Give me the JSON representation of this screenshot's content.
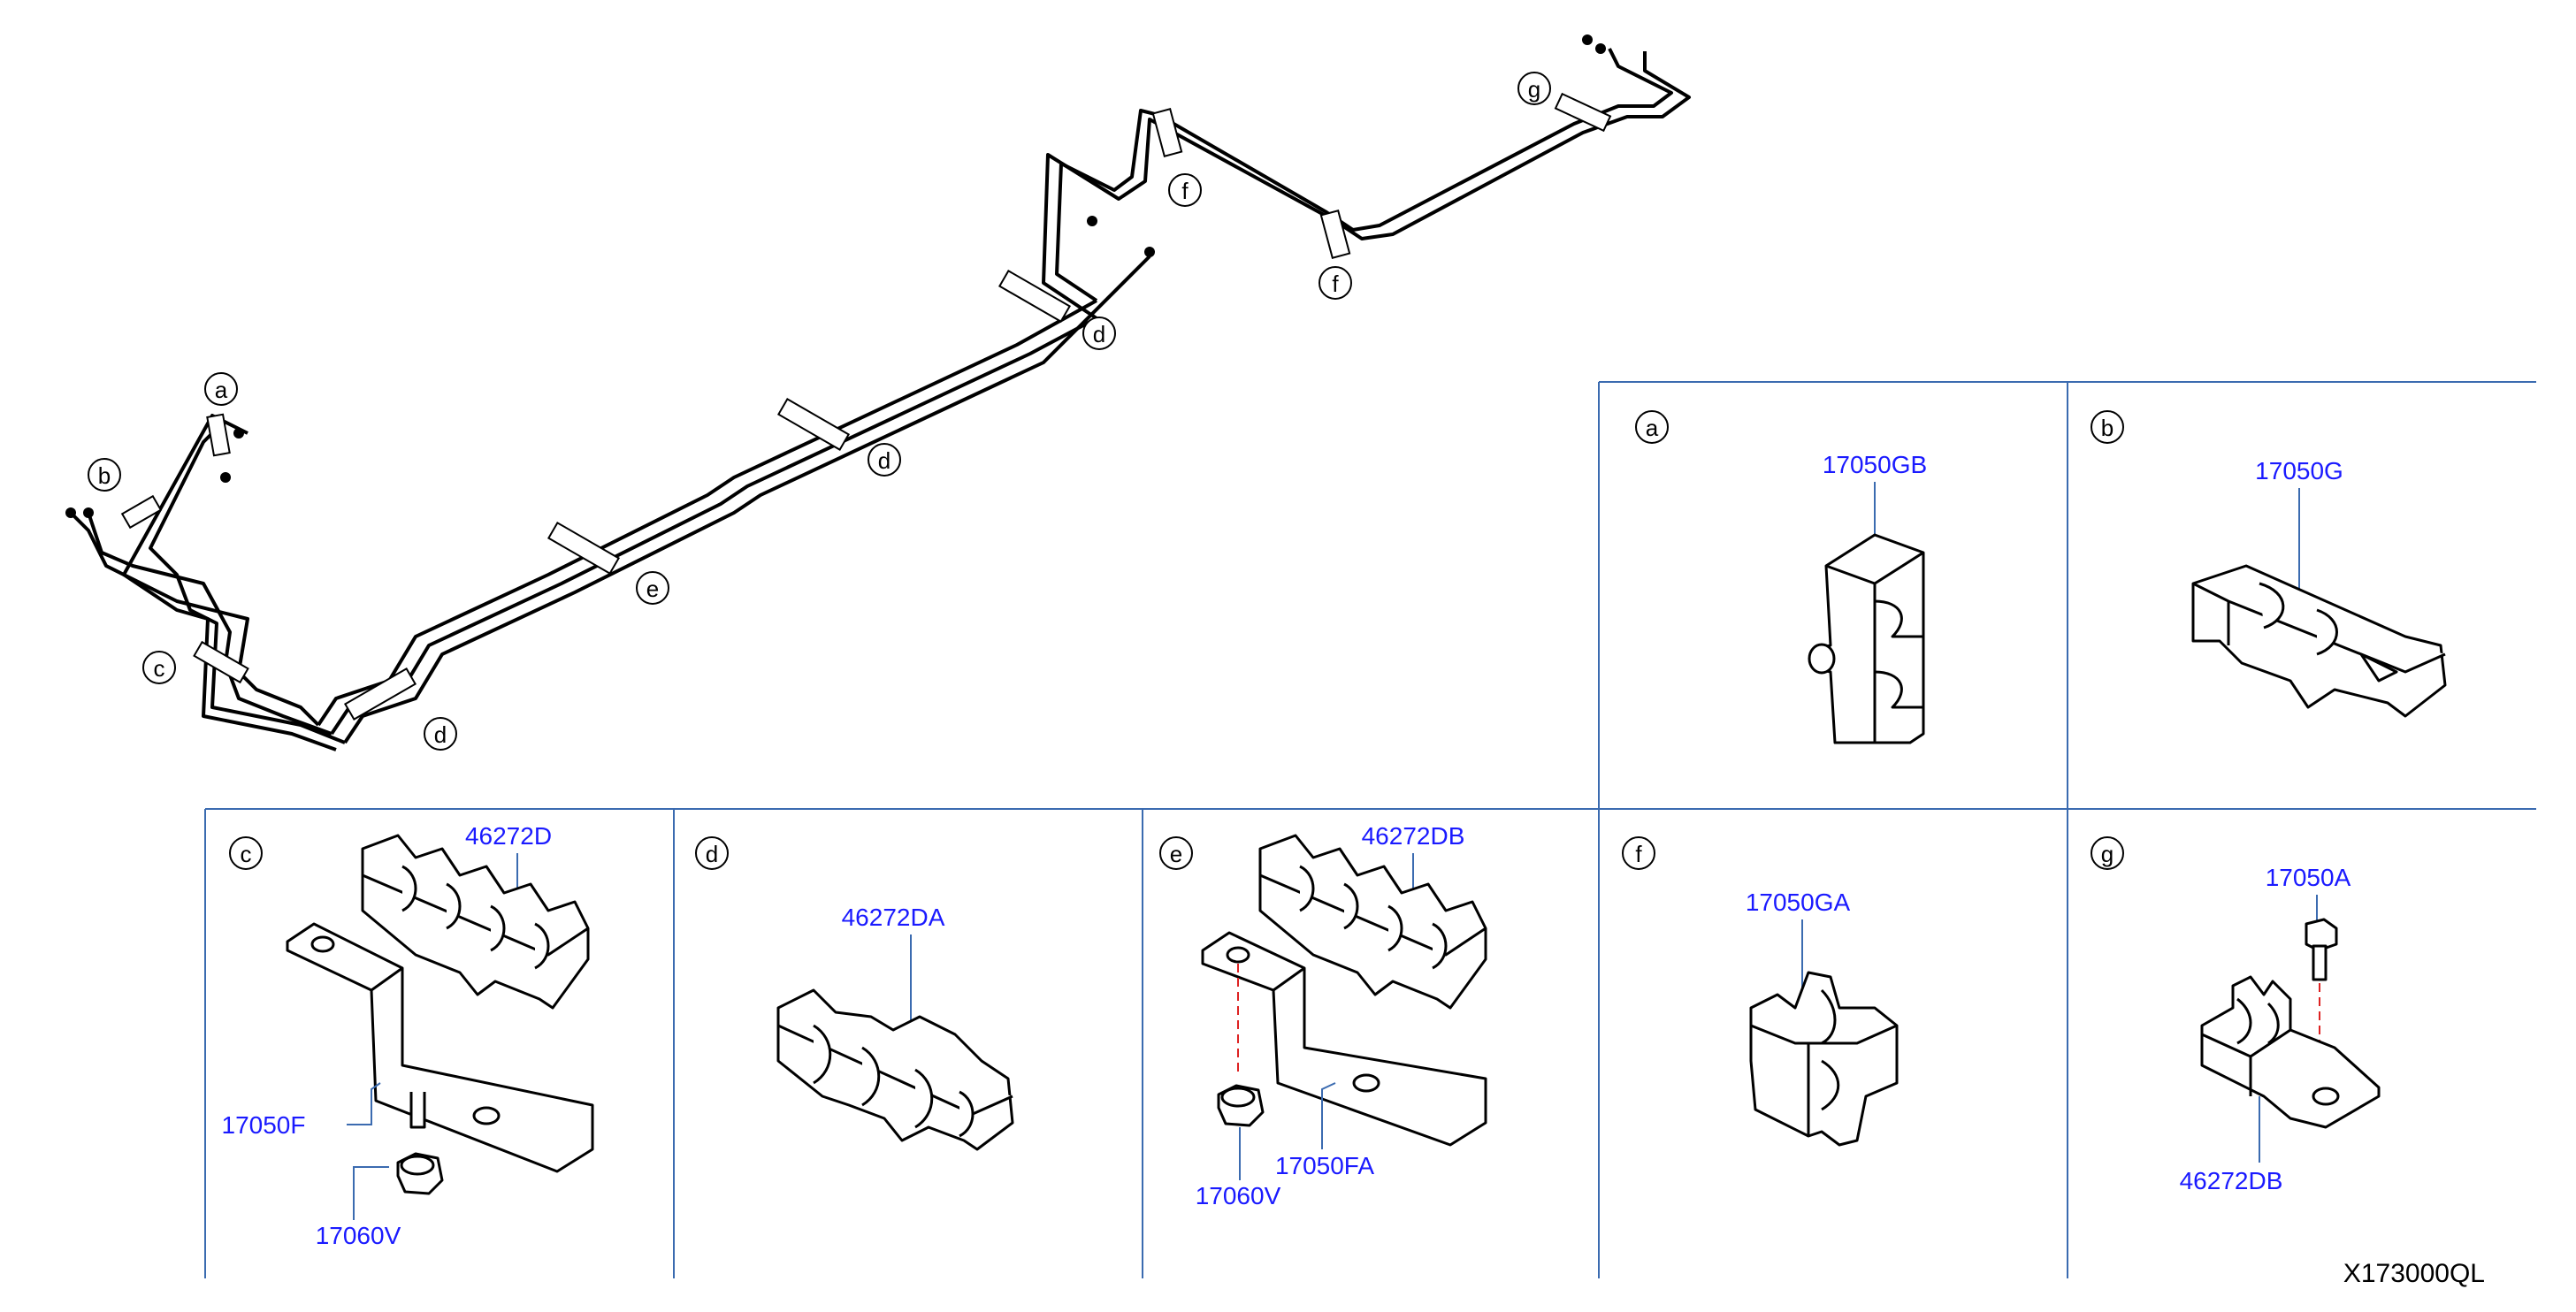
{
  "overview": {
    "callouts": [
      {
        "id": "a",
        "label": "a"
      },
      {
        "id": "b",
        "label": "b"
      },
      {
        "id": "c",
        "label": "c"
      },
      {
        "id": "d1",
        "label": "d"
      },
      {
        "id": "e",
        "label": "e"
      },
      {
        "id": "d2",
        "label": "d"
      },
      {
        "id": "d3",
        "label": "d"
      },
      {
        "id": "f1",
        "label": "f"
      },
      {
        "id": "f2",
        "label": "f"
      },
      {
        "id": "g",
        "label": "g"
      }
    ]
  },
  "panels": [
    {
      "id": "a",
      "label": "a",
      "parts": [
        "17050GB"
      ]
    },
    {
      "id": "b",
      "label": "b",
      "parts": [
        "17050G"
      ]
    },
    {
      "id": "c",
      "label": "c",
      "parts": [
        "46272D",
        "17050F",
        "17060V"
      ]
    },
    {
      "id": "d",
      "label": "d",
      "parts": [
        "46272DA"
      ]
    },
    {
      "id": "e",
      "label": "e",
      "parts": [
        "46272DB",
        "17050FA",
        "17060V"
      ]
    },
    {
      "id": "f",
      "label": "f",
      "parts": [
        "17050GA"
      ]
    },
    {
      "id": "g",
      "label": "g",
      "parts": [
        "17050A",
        "46272DB"
      ]
    }
  ],
  "figure_ref": "X173000QL",
  "colors": {
    "part_number": "#1a1aff",
    "grid": "#3b6bb0",
    "line": "#000000"
  }
}
